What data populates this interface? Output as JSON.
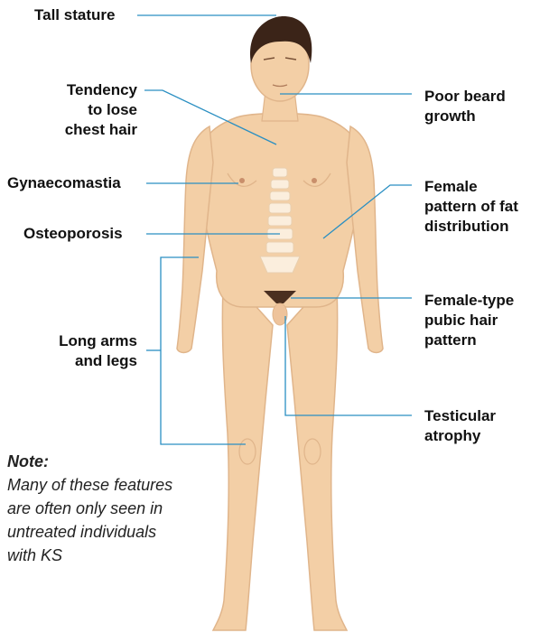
{
  "labels": {
    "tall_stature": "Tall stature",
    "chest_hair": [
      "Tendency",
      "to lose",
      "chest hair"
    ],
    "gynaecomastia": "Gynaecomastia",
    "osteoporosis": "Osteoporosis",
    "long_limbs": [
      "Long arms",
      "and legs"
    ],
    "beard": [
      "Poor beard",
      "growth"
    ],
    "fat": [
      "Female",
      "pattern of fat",
      "distribution"
    ],
    "pubic_hair": [
      "Female-type",
      "pubic hair",
      "pattern"
    ],
    "testicular": [
      "Testicular",
      "atrophy"
    ]
  },
  "note": {
    "title": "Note:",
    "lines": [
      "Many of these features",
      "are often only seen in",
      "untreated individuals",
      "with KS"
    ]
  },
  "colors": {
    "skin": "#f3cfa6",
    "skin_shadow": "#e0b58b",
    "hair": "#3b2418",
    "leader": "#2a8fc2",
    "spine": "#fbeedd"
  }
}
